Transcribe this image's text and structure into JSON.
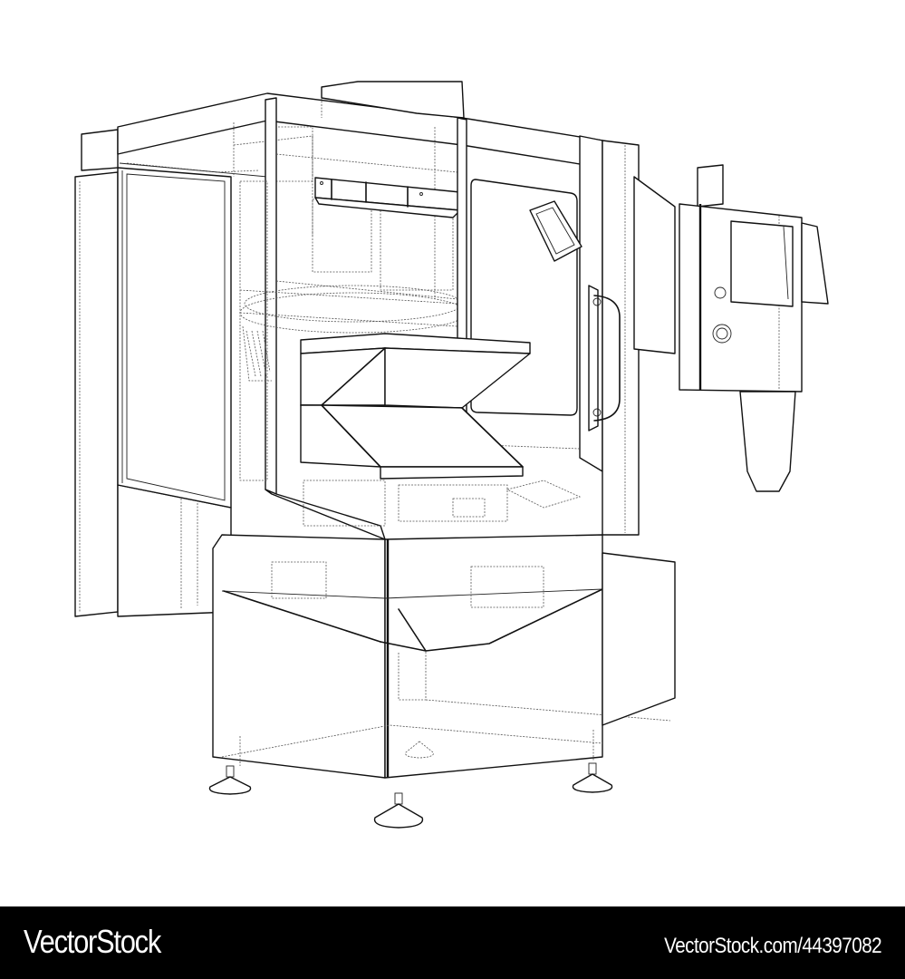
{
  "image": {
    "subject": "CNC milling machine wireframe illustration",
    "style": "black line art on white background",
    "background_color": "#ffffff",
    "line_color": "#111111"
  },
  "watermark": {
    "brand": "VectorStock",
    "reference": "VectorStock.com/44397082",
    "bar_color": "#000000",
    "text_color": "#ffffff"
  }
}
